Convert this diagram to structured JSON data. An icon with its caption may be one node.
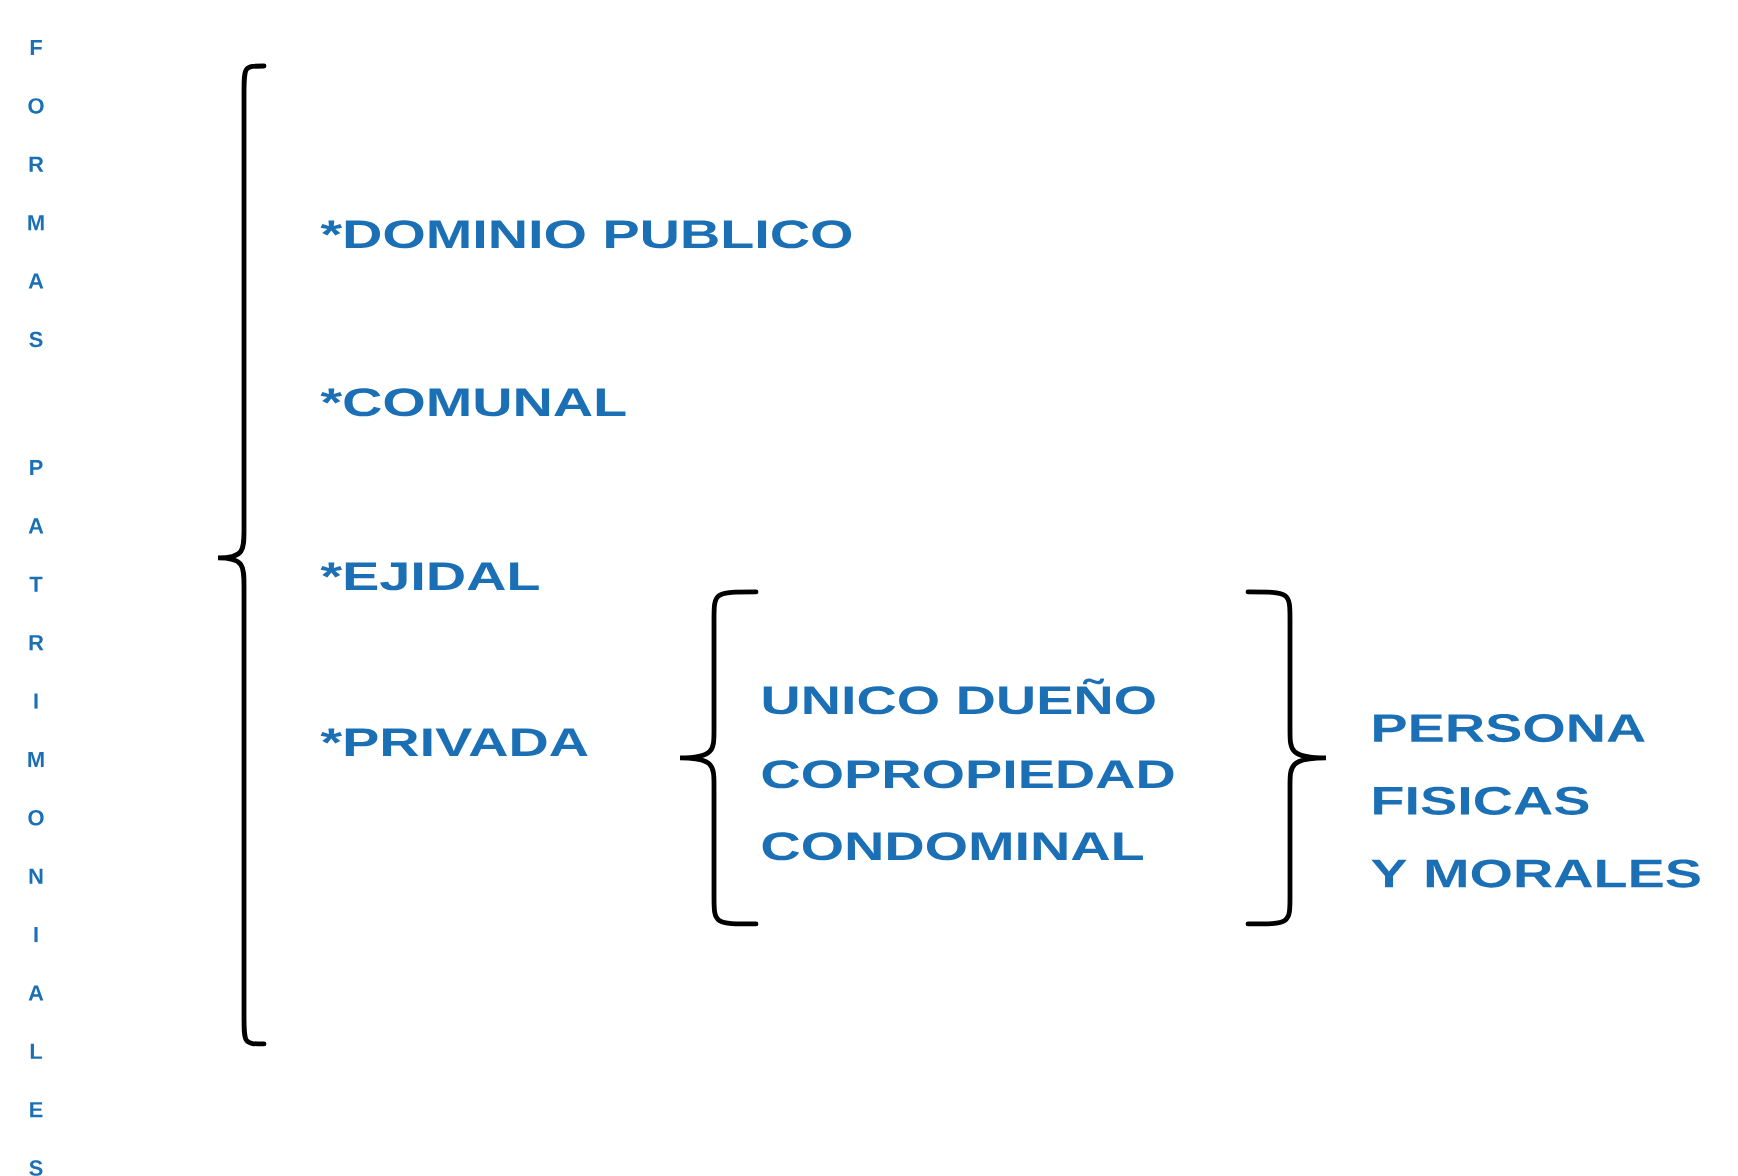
{
  "diagram": {
    "labels": [
      "FORMAS",
      "PATRIMONIALES",
      "*DOMINIO PUBLICO",
      "*COMUNAL",
      "*EJIDAL",
      "*PRIVADA",
      "UNICO DUEÑO",
      "COPROPIEDAD",
      "CONDOMINAL",
      "PERSONA FISICAS Y MORALES"
    ]
  }
}
